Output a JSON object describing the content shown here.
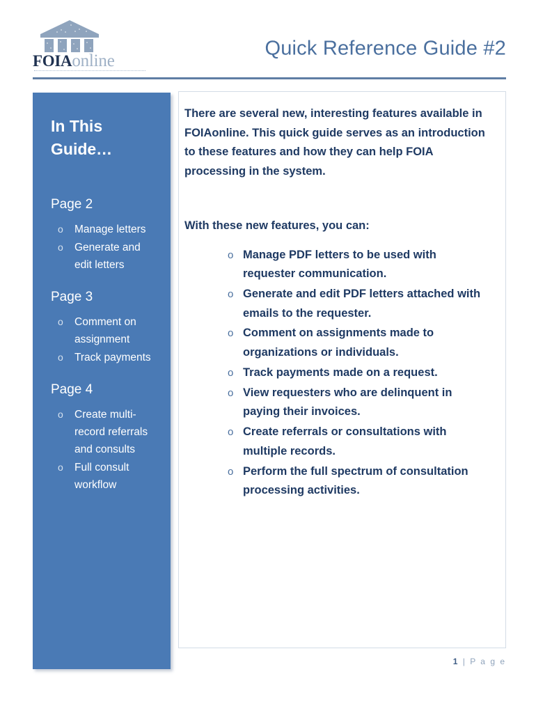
{
  "header": {
    "logo": {
      "icon": "classical-temple-icon",
      "text_primary": "FOIA",
      "text_secondary": "online"
    },
    "title": "Quick Reference Guide #2"
  },
  "sidebar": {
    "heading": "In This Guide…",
    "groups": [
      {
        "title": "Page 2",
        "items": [
          {
            "marker": "o",
            "label": "Manage letters"
          },
          {
            "marker": "o",
            "label": "Generate and edit letters"
          }
        ]
      },
      {
        "title": "Page 3",
        "items": [
          {
            "marker": "o",
            "label": "Comment on assignment"
          },
          {
            "marker": "o",
            "label": "Track payments"
          }
        ]
      },
      {
        "title": "Page 4",
        "items": [
          {
            "marker": "o",
            "label": "Create multi-record referrals and consults"
          },
          {
            "marker": "o",
            "label": "Full consult workflow"
          }
        ]
      }
    ]
  },
  "content": {
    "intro": "There are several new, interesting features available in FOIAonline. This quick guide serves as an introduction to these features and how they can help FOIA processing in the system.",
    "lead_in": "With these new features, you can:",
    "features": [
      {
        "marker": "o",
        "text": "Manage PDF letters to be used with requester communication."
      },
      {
        "marker": "o",
        "text": "Generate and edit PDF letters attached with emails to the requester."
      },
      {
        "marker": "o",
        "text": "Comment on assignments made to organizations or individuals."
      },
      {
        "marker": "o",
        "text": "Track payments made on a request."
      },
      {
        "marker": "o",
        "text": "View requesters who are delinquent in paying their invoices."
      },
      {
        "marker": "o",
        "text": "Create referrals or consultations with multiple records."
      },
      {
        "marker": "o",
        "text": "Perform the full spectrum of consultation processing activities."
      }
    ]
  },
  "footer": {
    "page_number": "1",
    "separator": " | ",
    "page_label": "P a g e"
  },
  "colors": {
    "sidebar_blue": "#4a7ab5",
    "title_blue": "#4a6f9e",
    "body_navy": "#1f3a63",
    "logo_stone": "#8fa4bd",
    "rule_blue": "#5f7da4"
  }
}
